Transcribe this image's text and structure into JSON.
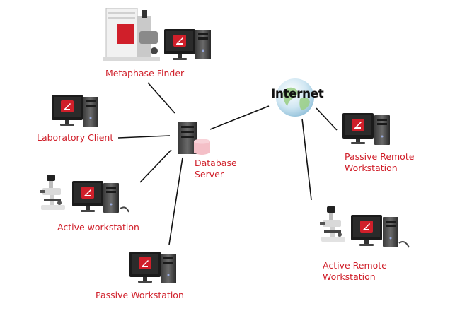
{
  "nodes": {
    "metaphase_finder": {
      "label": "Metaphase Finder"
    },
    "laboratory_client": {
      "label": "Laboratory Client"
    },
    "active_workstation": {
      "label": "Active workstation"
    },
    "passive_workstation": {
      "label": "Passive Workstation"
    },
    "database_server": {
      "label_line1": "Database",
      "label_line2": "Server"
    },
    "internet": {
      "label": "Internet"
    },
    "passive_remote_workstation": {
      "label_line1": "Passive Remote",
      "label_line2": "Workstation"
    },
    "active_remote_workstation": {
      "label_line1": "Active Remote",
      "label_line2": "Workstation"
    }
  },
  "colors": {
    "label": "#d01f2a",
    "brand_logo": "#d01f2a",
    "connector": "#111111"
  }
}
